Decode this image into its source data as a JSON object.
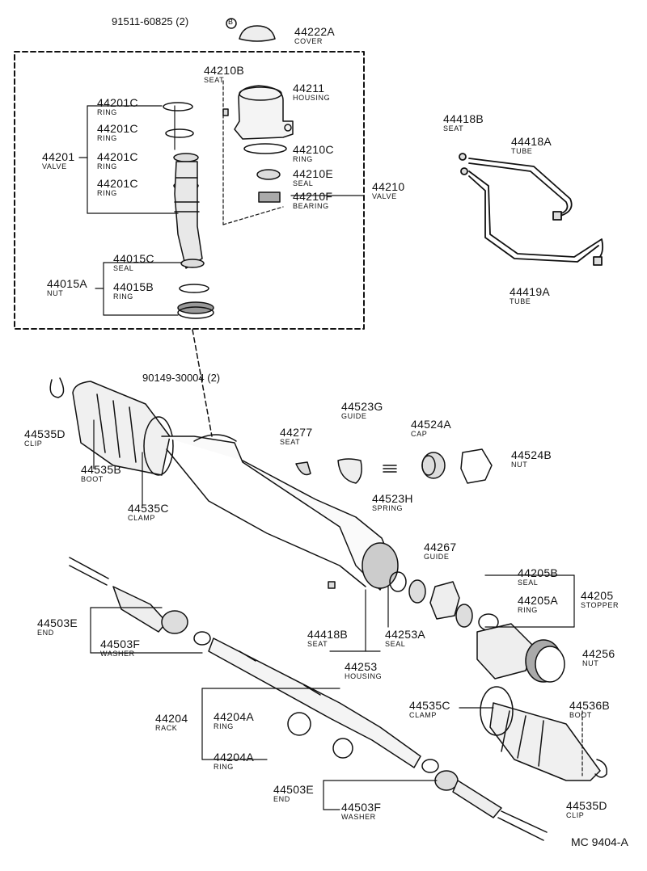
{
  "diagram_code": "MC 9404-A",
  "screw_refs": [
    {
      "number": "91511-60825 (2)",
      "circle_label": "B"
    },
    {
      "number": "90149-30004 (2)"
    }
  ],
  "parts": [
    {
      "number": "44222A",
      "name": "COVER"
    },
    {
      "number": "44210B",
      "name": "SEAT"
    },
    {
      "number": "44211",
      "name": "HOUSING"
    },
    {
      "number": "44201C",
      "name": "RING"
    },
    {
      "number": "44201C",
      "name": "RING"
    },
    {
      "number": "44201",
      "name": "VALVE"
    },
    {
      "number": "44201C",
      "name": "RING"
    },
    {
      "number": "44201C",
      "name": "RING"
    },
    {
      "number": "44210C",
      "name": "RING"
    },
    {
      "number": "44210E",
      "name": "SEAL"
    },
    {
      "number": "44210F",
      "name": "BEARING"
    },
    {
      "number": "44210",
      "name": "VALVE"
    },
    {
      "number": "44015C",
      "name": "SEAL"
    },
    {
      "number": "44015A",
      "name": "NUT"
    },
    {
      "number": "44015B",
      "name": "RING"
    },
    {
      "number": "44418B",
      "name": "SEAT"
    },
    {
      "number": "44418A",
      "name": "TUBE"
    },
    {
      "number": "44419A",
      "name": "TUBE"
    },
    {
      "number": "44535D",
      "name": "CLIP"
    },
    {
      "number": "44535B",
      "name": "BOOT"
    },
    {
      "number": "44535C",
      "name": "CLAMP"
    },
    {
      "number": "44523G",
      "name": "GUIDE"
    },
    {
      "number": "44277",
      "name": "SEAT"
    },
    {
      "number": "44524A",
      "name": "CAP"
    },
    {
      "number": "44524B",
      "name": "NUT"
    },
    {
      "number": "44523H",
      "name": "SPRING"
    },
    {
      "number": "44267",
      "name": "GUIDE"
    },
    {
      "number": "44205B",
      "name": "SEAL"
    },
    {
      "number": "44205",
      "name": "STOPPER"
    },
    {
      "number": "44205A",
      "name": "RING"
    },
    {
      "number": "44503E",
      "name": "END"
    },
    {
      "number": "44503F",
      "name": "WASHER"
    },
    {
      "number": "44418B",
      "name": "SEAT"
    },
    {
      "number": "44253A",
      "name": "SEAL"
    },
    {
      "number": "44256",
      "name": "NUT"
    },
    {
      "number": "44253",
      "name": "HOUSING"
    },
    {
      "number": "44535C",
      "name": "CLAMP"
    },
    {
      "number": "44536B",
      "name": "BOOT"
    },
    {
      "number": "44204",
      "name": "RACK"
    },
    {
      "number": "44204A",
      "name": "RING"
    },
    {
      "number": "44204A",
      "name": "RING"
    },
    {
      "number": "44503E",
      "name": "END"
    },
    {
      "number": "44503F",
      "name": "WASHER"
    },
    {
      "number": "44535D",
      "name": "CLIP"
    }
  ]
}
